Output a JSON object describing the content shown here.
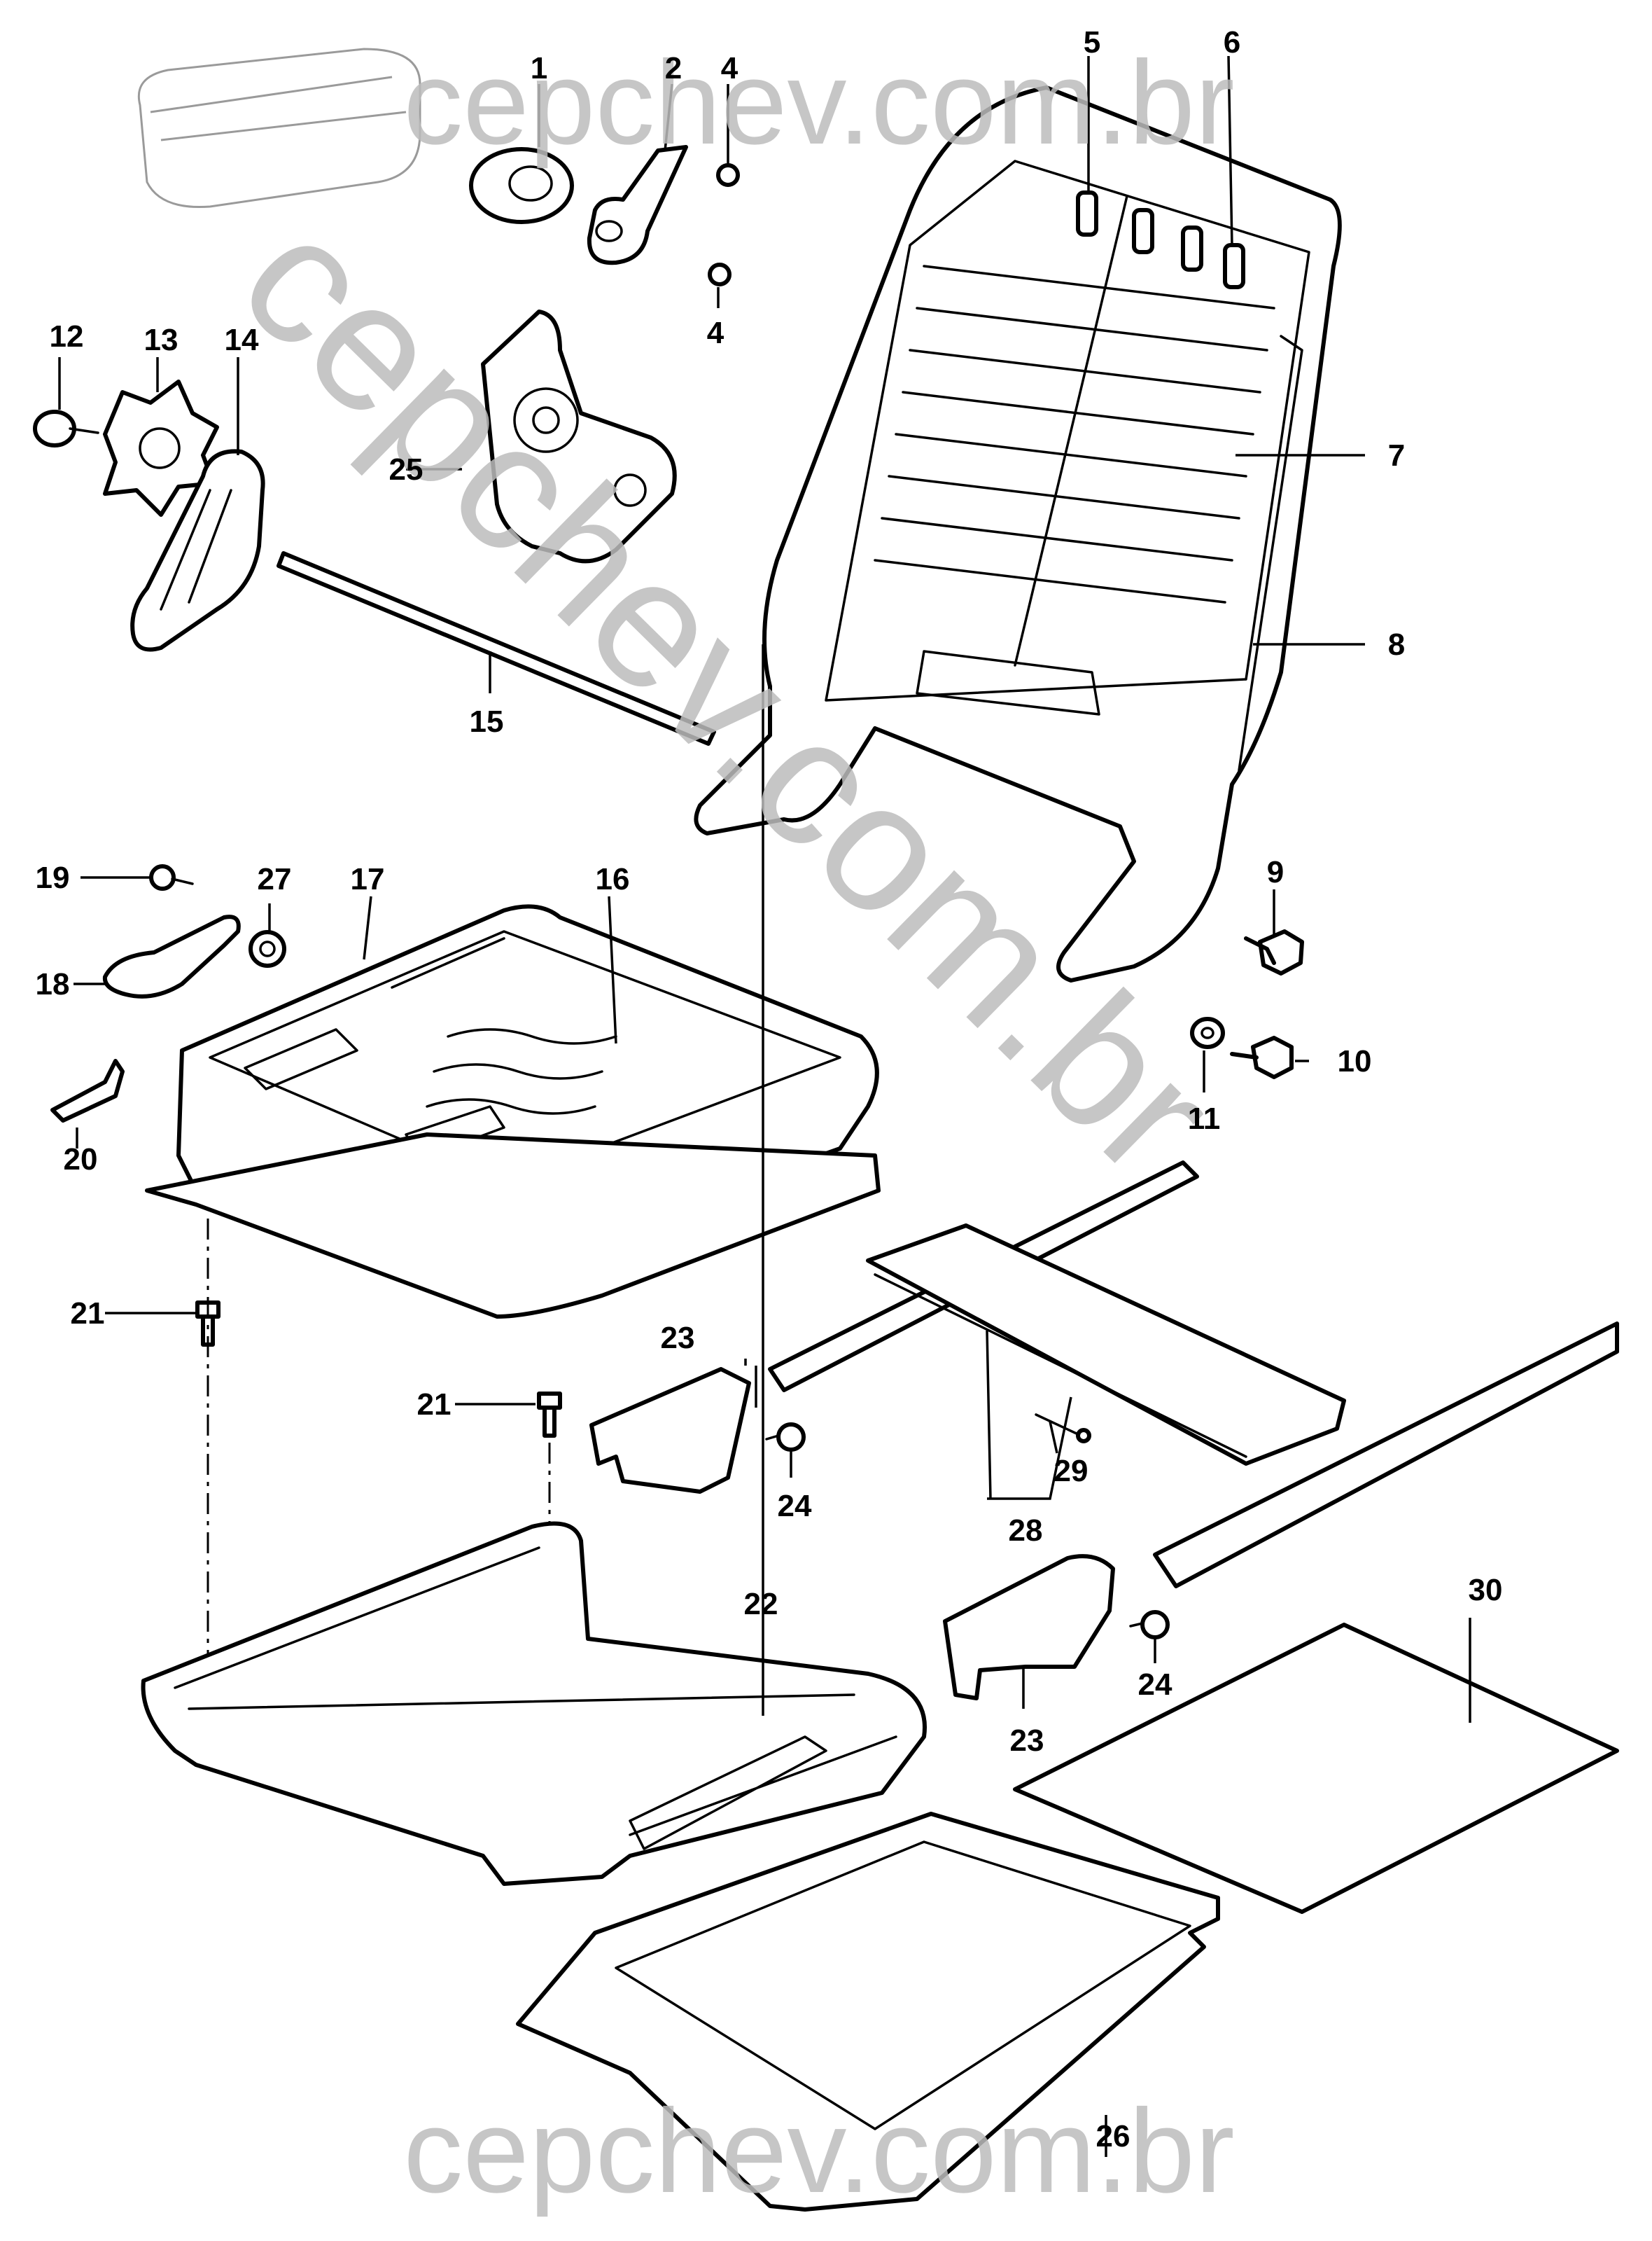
{
  "watermark": {
    "top": "cepchev.com.br",
    "diagonal": "cepchev.com.br",
    "bottom": "cepchev.com.br",
    "color": "#bdbdbd"
  },
  "callouts": [
    {
      "id": "1",
      "label": "1"
    },
    {
      "id": "2",
      "label": "2"
    },
    {
      "id": "4a",
      "label": "4"
    },
    {
      "id": "4b",
      "label": "4"
    },
    {
      "id": "5",
      "label": "5"
    },
    {
      "id": "6",
      "label": "6"
    },
    {
      "id": "7",
      "label": "7"
    },
    {
      "id": "8",
      "label": "8"
    },
    {
      "id": "9",
      "label": "9"
    },
    {
      "id": "10",
      "label": "10"
    },
    {
      "id": "11",
      "label": "11"
    },
    {
      "id": "12",
      "label": "12"
    },
    {
      "id": "13",
      "label": "13"
    },
    {
      "id": "14",
      "label": "14"
    },
    {
      "id": "15",
      "label": "15"
    },
    {
      "id": "16",
      "label": "16"
    },
    {
      "id": "17",
      "label": "17"
    },
    {
      "id": "18",
      "label": "18"
    },
    {
      "id": "19",
      "label": "19"
    },
    {
      "id": "20",
      "label": "20"
    },
    {
      "id": "21a",
      "label": "21"
    },
    {
      "id": "21b",
      "label": "21"
    },
    {
      "id": "22",
      "label": "22"
    },
    {
      "id": "23a",
      "label": "23"
    },
    {
      "id": "23b",
      "label": "23"
    },
    {
      "id": "24a",
      "label": "24"
    },
    {
      "id": "24b",
      "label": "24"
    },
    {
      "id": "25",
      "label": "25"
    },
    {
      "id": "26",
      "label": "26"
    },
    {
      "id": "27",
      "label": "27"
    },
    {
      "id": "28",
      "label": "28"
    },
    {
      "id": "29",
      "label": "29"
    },
    {
      "id": "30",
      "label": "30"
    }
  ]
}
